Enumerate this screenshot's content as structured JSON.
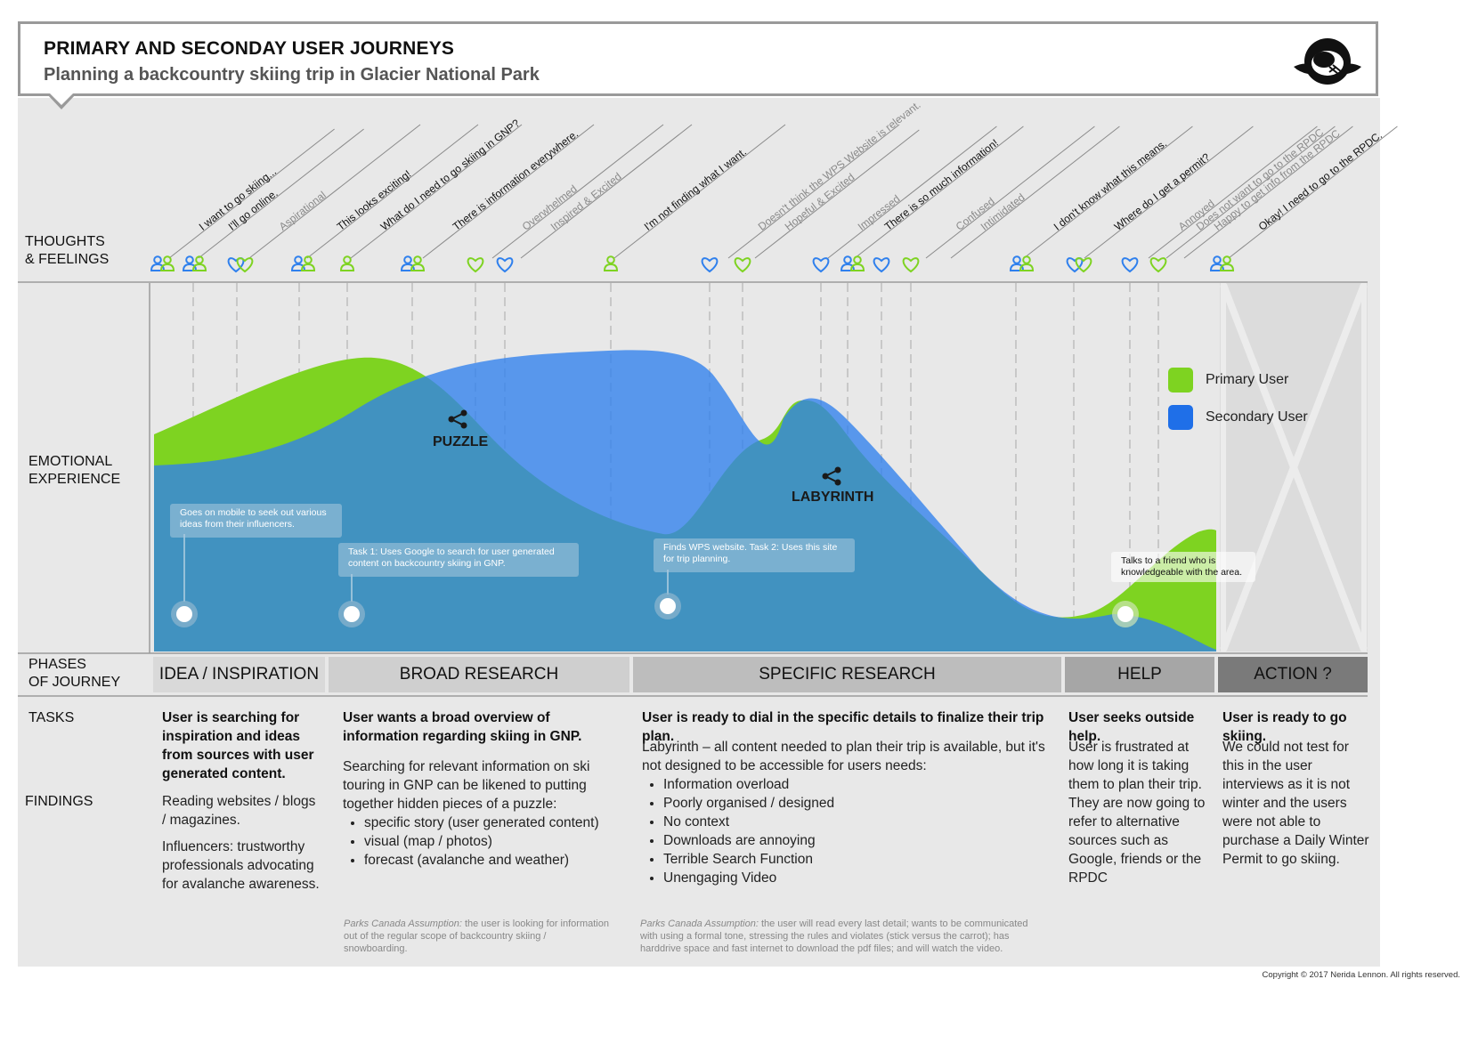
{
  "header": {
    "title": "PRIMARY AND SECONDAY USER JOURNEYS",
    "subtitle": "Planning a backcountry skiing trip in Glacier National Park",
    "logo_icon": "beaver-logo-icon"
  },
  "row_labels": {
    "thoughts": [
      "THOUGHTS",
      "& FEELINGS"
    ],
    "emotional": [
      "EMOTIONAL",
      "EXPERIENCE"
    ],
    "phases": [
      "PHASES",
      "OF JOURNEY"
    ],
    "tasks": "TASKS",
    "findings": "FINDINGS"
  },
  "thoughts": [
    {
      "text": "I want to go skiing...",
      "type": "thought"
    },
    {
      "text": "I'll go online.",
      "type": "thought"
    },
    {
      "text": "Aspirational",
      "type": "feeling"
    },
    {
      "text": "This looks exciting!",
      "type": "thought"
    },
    {
      "text": "What do I need to go skiing in GNP?",
      "type": "thought"
    },
    {
      "text": "There is information everywhere.",
      "type": "thought"
    },
    {
      "text": "Overwhelmed",
      "type": "feeling"
    },
    {
      "text": "Inspired & Excited",
      "type": "feeling"
    },
    {
      "text": "I'm not finding what I want.",
      "type": "thought"
    },
    {
      "text": "Doesn't think the WPS Website is relevant.",
      "type": "feeling"
    },
    {
      "text": "Hopeful & Excited",
      "type": "feeling"
    },
    {
      "text": "Impressed",
      "type": "feeling"
    },
    {
      "text": "There is so much information!",
      "type": "thought"
    },
    {
      "text": "Confused",
      "type": "feeling"
    },
    {
      "text": "Intimidated",
      "type": "feeling"
    },
    {
      "text": "I don't know what this means.",
      "type": "thought"
    },
    {
      "text": "Where do I get a permit?",
      "type": "thought"
    },
    {
      "text": "Annoyed",
      "type": "feeling"
    },
    {
      "text": "Does not want to go to the RPDC",
      "type": "feeling"
    },
    {
      "text": "Happy to get info from the RPDC",
      "type": "feeling"
    },
    {
      "text": "Okay! I need to go to the RPDC.",
      "type": "thought"
    }
  ],
  "legend": {
    "primary": {
      "label": "Primary User",
      "color": "#7ed321"
    },
    "secondary": {
      "label": "Secondary User",
      "color": "#2f80ed"
    }
  },
  "chart_labels": {
    "puzzle": "PUZZLE",
    "labyrinth": "LABYRINTH"
  },
  "callouts": [
    "Goes on mobile to seek out various ideas from their influencers.",
    "Task 1: Uses Google to search for  user generated content on backcountry skiing in GNP.",
    "Finds WPS website. Task 2:  Uses this site for trip planning.",
    "Talks to a  friend who is knowledgeable with the area."
  ],
  "phases": [
    {
      "label": "IDEA / INSPIRATION",
      "color": "#d9d9d9"
    },
    {
      "label": "BROAD RESEARCH",
      "color": "#cfcfcf"
    },
    {
      "label": "SPECIFIC RESEARCH",
      "color": "#bdbdbd"
    },
    {
      "label": "HELP",
      "color": "#a6a6a6"
    },
    {
      "label": "ACTION ?",
      "color": "#7a7a7a"
    }
  ],
  "tasks": [
    "User is searching for inspiration and ideas from sources with user generated content.",
    "User wants a broad overview of information regarding skiing in GNP.",
    "User is ready to dial in the specific details to finalize their trip plan.",
    "User seeks outside help.",
    "User is ready to go skiing."
  ],
  "findings": {
    "idea": [
      "Reading websites / blogs / magazines.",
      "Influencers: trustworthy professionals advocating for avalanche awareness."
    ],
    "broad_intro": "Searching for relevant information on ski touring in GNP can be likened to putting together hidden pieces of a puzzle:",
    "broad_list": [
      "specific story (user generated content)",
      "visual (map / photos)",
      "forecast (avalanche and weather)"
    ],
    "specific_intro": "Labyrinth – all content needed to plan their trip is available, but it's not designed to be accessible for users needs:",
    "specific_list": [
      "Information overload",
      "Poorly organised / designed",
      "No context",
      "Downloads are annoying",
      "Terrible Search Function",
      "Unengaging Video"
    ],
    "help": "User is frustrated at how long it is taking them to plan their trip. They are now going to refer to alternative sources such as Google, friends or the RPDC",
    "action": "We could not test for this in the user interviews as it is not winter and the users were not able to purchase a Daily Winter Permit to go skiing."
  },
  "assumptions": {
    "label": "Parks Canada Assumption:",
    "broad": " the user is looking for information out of the regular scope of backcountry skiing / snowboarding.",
    "specific": " the user will read every last detail; wants to be communicated with using a formal tone, stressing the rules and violates (stick versus the carrot); has harddrive space and fast internet to download the pdf files; and will watch the video."
  },
  "copyright": "Copyright © 2017 Nerida Lennon. All rights reserved."
}
